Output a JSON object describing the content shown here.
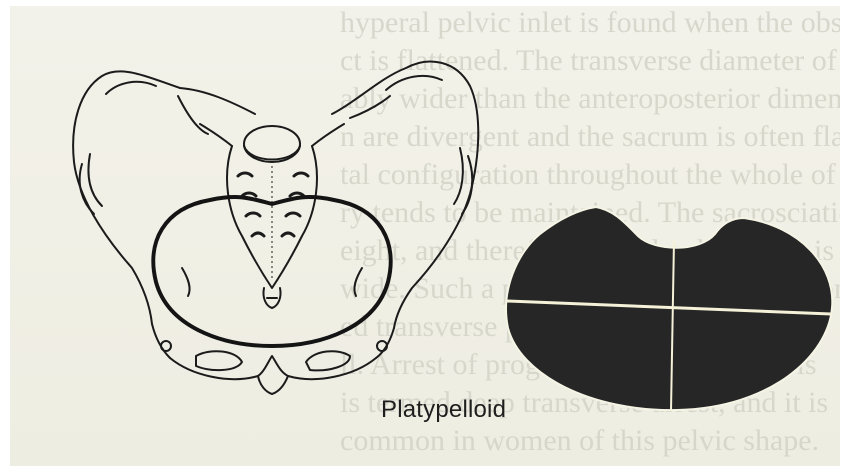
{
  "figure": {
    "caption": "Platypelloid",
    "colors": {
      "paper": "#f1f0e6",
      "ink": "#1b1b1b",
      "inlet_fill": "#262626",
      "axis_line": "#f4f1d8",
      "bleed_text": "#d4d3c8"
    },
    "bleed_through_text": [
      "hyperal pelvic inlet is found when the obstetric",
      "ct is flattened. The transverse diameter of the inlet",
      "ably wider than the anteroposterior dimension. The",
      "n are divergent and the sacrum is often flat, so",
      "tal configuration throughout the whole of the",
      "ry tends to be maintained. The sacrosciatic",
      "eight, and therefore the subpubic angle is",
      "wide. Such a pelvis allows engagement only",
      "ed transverse position, and failure to",
      "ll. Arrest of progress in the lower pelvis",
      "is termed deep transverse arrest, and it is",
      "common in women of this pelvic shape."
    ]
  }
}
